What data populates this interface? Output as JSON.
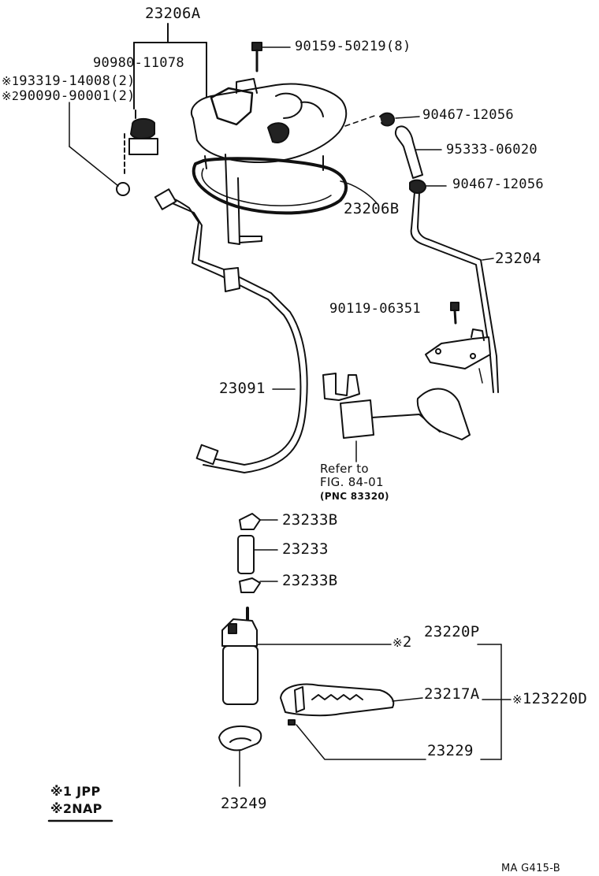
{
  "labels": {
    "p23206A": "23206A",
    "p90980": "90980-11078",
    "p93319": "93319-14008",
    "p93319_qty": "(2)",
    "p90090": "90090-90001",
    "p90090_qty": "(2)",
    "p90159": "90159-50219",
    "p90159_qty": "(8)",
    "p90467a": "90467-12056",
    "p95333": "95333-06020",
    "p90467b": "90467-12056",
    "p23206B": "23206B",
    "p23204": "23204",
    "p90119": "90119-06351",
    "p23091": "23091",
    "refer_line1": "Refer to",
    "refer_line2": "FIG. 84-01",
    "refer_line3": "(PNC 83320)",
    "p23233B_top": "23233B",
    "p23233": "23233",
    "p23233B_bot": "23233B",
    "p23220P": "23220P",
    "p23217A": "23217A",
    "p23220": "23220D",
    "p23229": "23229",
    "p23249": "23249",
    "nap_marker": "2",
    "pump_marker": "1"
  },
  "legend": {
    "mark1": "1",
    "mark1_text": "JPP",
    "mark2": "2",
    "mark2_text": "NAP"
  },
  "markers": {
    "asterisk": "※",
    "m93319": "1",
    "m90090": "2"
  },
  "figure_code": "MA G415-B"
}
